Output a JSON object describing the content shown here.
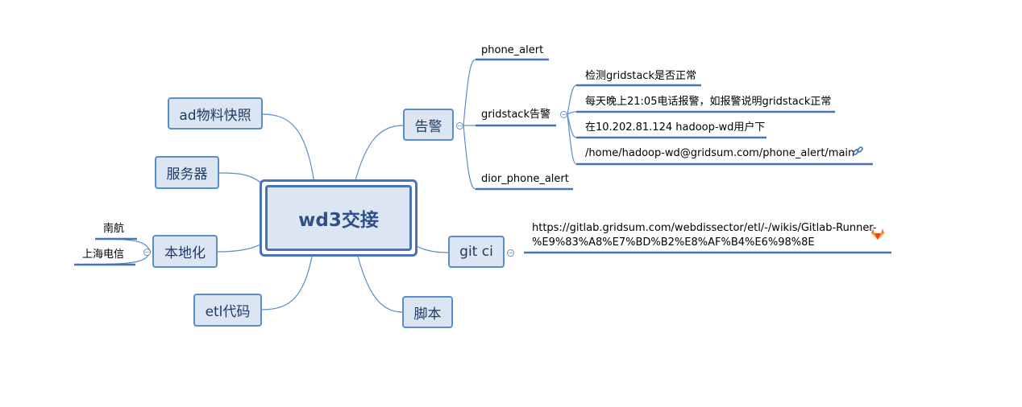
{
  "central": {
    "label": "wd3交接"
  },
  "branches": {
    "ad_snapshot": "ad物料快照",
    "server": "服务器",
    "localization": "本地化",
    "etl_code": "etl代码",
    "alert": "告警",
    "git_ci": "git ci",
    "script": "脚本"
  },
  "localization_children": [
    "南航",
    "上海电信"
  ],
  "alert_children": {
    "phone_alert": "phone_alert",
    "gridstack_alert": "gridstack告警",
    "dior_phone_alert": "dior_phone_alert"
  },
  "gridstack_children": [
    "检测gridstack是否正常",
    "每天晚上21:05电话报警，如报警说明gridstack正常",
    "在10.202.81.124 hadoop-wd用户下",
    "/home/hadoop-wd@gridsum.com/phone_alert/main"
  ],
  "git_ci_child": {
    "line1": "https://gitlab.gridsum.com/webdissector/etl/-/wikis/Gitlab-Runner-",
    "line2": "%E9%83%A8%E7%BD%B2%E8%AF%B4%E6%98%8E"
  },
  "icons": {
    "collapse": "collapse-icon",
    "hyperlink": "hyperlink-icon",
    "gitlab": "gitlab-icon"
  },
  "colors": {
    "connector": "#5b8ccc",
    "node_fill": "#dce6f2",
    "node_border": "#5b8ccc",
    "underline": "#4a72b8",
    "gitlab_orange": "#e24329"
  }
}
